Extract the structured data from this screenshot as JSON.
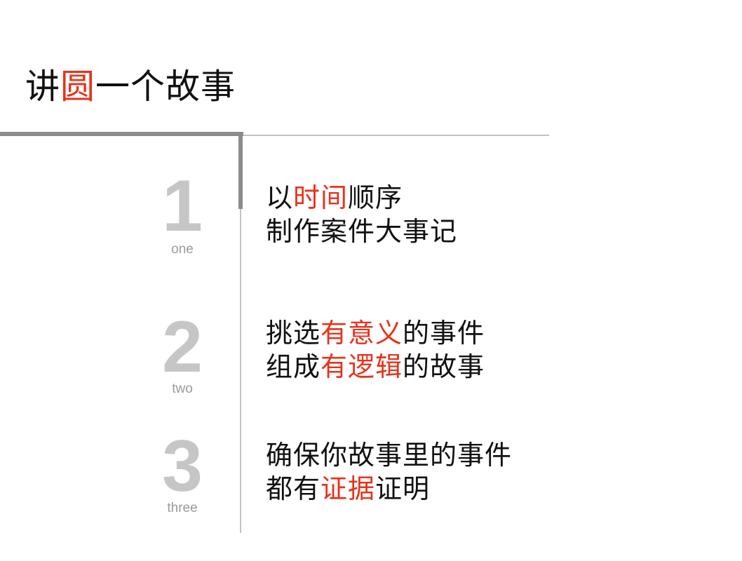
{
  "title": {
    "prefix": "讲",
    "highlight": "圆",
    "suffix": "一个故事"
  },
  "steps": [
    {
      "number": "1",
      "word": "one",
      "lines": [
        {
          "before": "以",
          "highlight": "时间",
          "after": "顺序"
        },
        {
          "before": "制作案件大事记",
          "highlight": "",
          "after": ""
        }
      ]
    },
    {
      "number": "2",
      "word": "two",
      "lines": [
        {
          "before": "挑选",
          "highlight": "有意义",
          "after": "的事件"
        },
        {
          "before": "组成",
          "highlight": "有逻辑",
          "after": "的故事"
        }
      ]
    },
    {
      "number": "3",
      "word": "three",
      "lines": [
        {
          "before": "确保你故事里的事件",
          "highlight": "",
          "after": ""
        },
        {
          "before": "都有",
          "highlight": "证据",
          "after": "证明"
        }
      ]
    }
  ],
  "colors": {
    "accent": "#e6331c",
    "text": "#111111",
    "numeral": "#c6c6c6",
    "rule_dark": "#8c8c8c",
    "rule_light": "#c3c3c3"
  }
}
